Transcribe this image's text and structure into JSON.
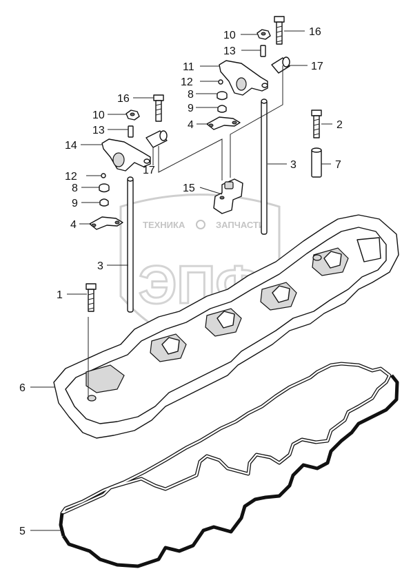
{
  "watermark": {
    "left_text": "ТЕХНИКА",
    "right_text": "ЗАПЧАСТИ",
    "logo_letters": "ЭПФ"
  },
  "callouts": [
    {
      "id": "c1",
      "label": "1"
    },
    {
      "id": "c2",
      "label": "2"
    },
    {
      "id": "c3a",
      "label": "3"
    },
    {
      "id": "c3b",
      "label": "3"
    },
    {
      "id": "c4a",
      "label": "4"
    },
    {
      "id": "c4b",
      "label": "4"
    },
    {
      "id": "c5",
      "label": "5"
    },
    {
      "id": "c6",
      "label": "6"
    },
    {
      "id": "c7",
      "label": "7"
    },
    {
      "id": "c8a",
      "label": "8"
    },
    {
      "id": "c8b",
      "label": "8"
    },
    {
      "id": "c9a",
      "label": "9"
    },
    {
      "id": "c9b",
      "label": "9"
    },
    {
      "id": "c10a",
      "label": "10"
    },
    {
      "id": "c10b",
      "label": "10"
    },
    {
      "id": "c11",
      "label": "11"
    },
    {
      "id": "c12a",
      "label": "12"
    },
    {
      "id": "c12b",
      "label": "12"
    },
    {
      "id": "c13a",
      "label": "13"
    },
    {
      "id": "c13b",
      "label": "13"
    },
    {
      "id": "c14",
      "label": "14"
    },
    {
      "id": "c15",
      "label": "15"
    },
    {
      "id": "c16a",
      "label": "16"
    },
    {
      "id": "c16b",
      "label": "16"
    },
    {
      "id": "c17a",
      "label": "17"
    },
    {
      "id": "c17b",
      "label": "17"
    }
  ]
}
